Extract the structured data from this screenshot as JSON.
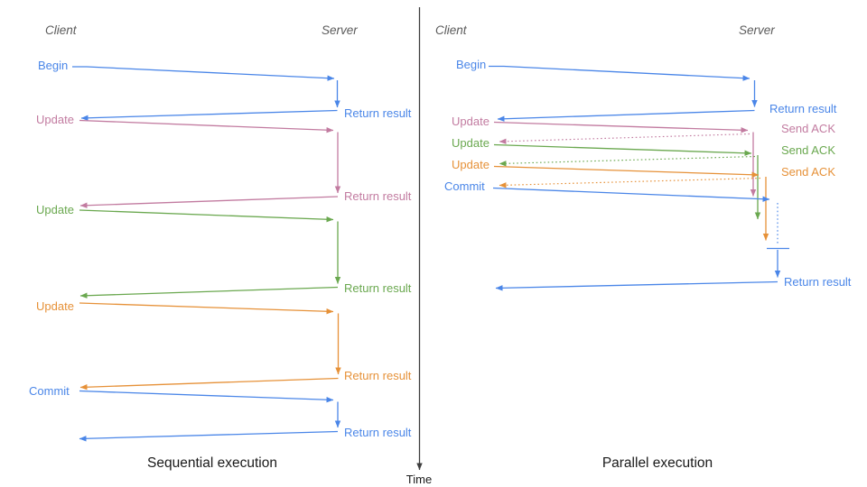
{
  "palette": {
    "blue": "#4a86e8",
    "pink": "#c27ba0",
    "green": "#6aa84f",
    "orange": "#e69138",
    "header_gray": "#5b5b5b",
    "axis_gray": "#3d3d3d",
    "title_black": "#1a1a1a"
  },
  "time_axis": {
    "label": "Time"
  },
  "sequential": {
    "title": "Sequential execution",
    "client_header": "Client",
    "server_header": "Server",
    "messages": [
      {
        "label": "Begin",
        "color": "blue",
        "response_label": "Return result"
      },
      {
        "label": "Update",
        "color": "pink",
        "response_label": "Return result"
      },
      {
        "label": "Update",
        "color": "green",
        "response_label": "Return result"
      },
      {
        "label": "Update",
        "color": "orange",
        "response_label": "Return result"
      },
      {
        "label": "Commit",
        "color": "blue",
        "response_label": "Return result"
      }
    ]
  },
  "parallel": {
    "title": "Parallel execution",
    "client_header": "Client",
    "server_header": "Server",
    "messages": [
      {
        "label": "Begin",
        "color": "blue",
        "response_label": "Return result"
      },
      {
        "label": "Update",
        "color": "pink",
        "response_label": "Send ACK"
      },
      {
        "label": "Update",
        "color": "green",
        "response_label": "Send ACK"
      },
      {
        "label": "Update",
        "color": "orange",
        "response_label": "Send ACK"
      },
      {
        "label": "Commit",
        "color": "blue",
        "response_label": "Return result"
      }
    ]
  }
}
